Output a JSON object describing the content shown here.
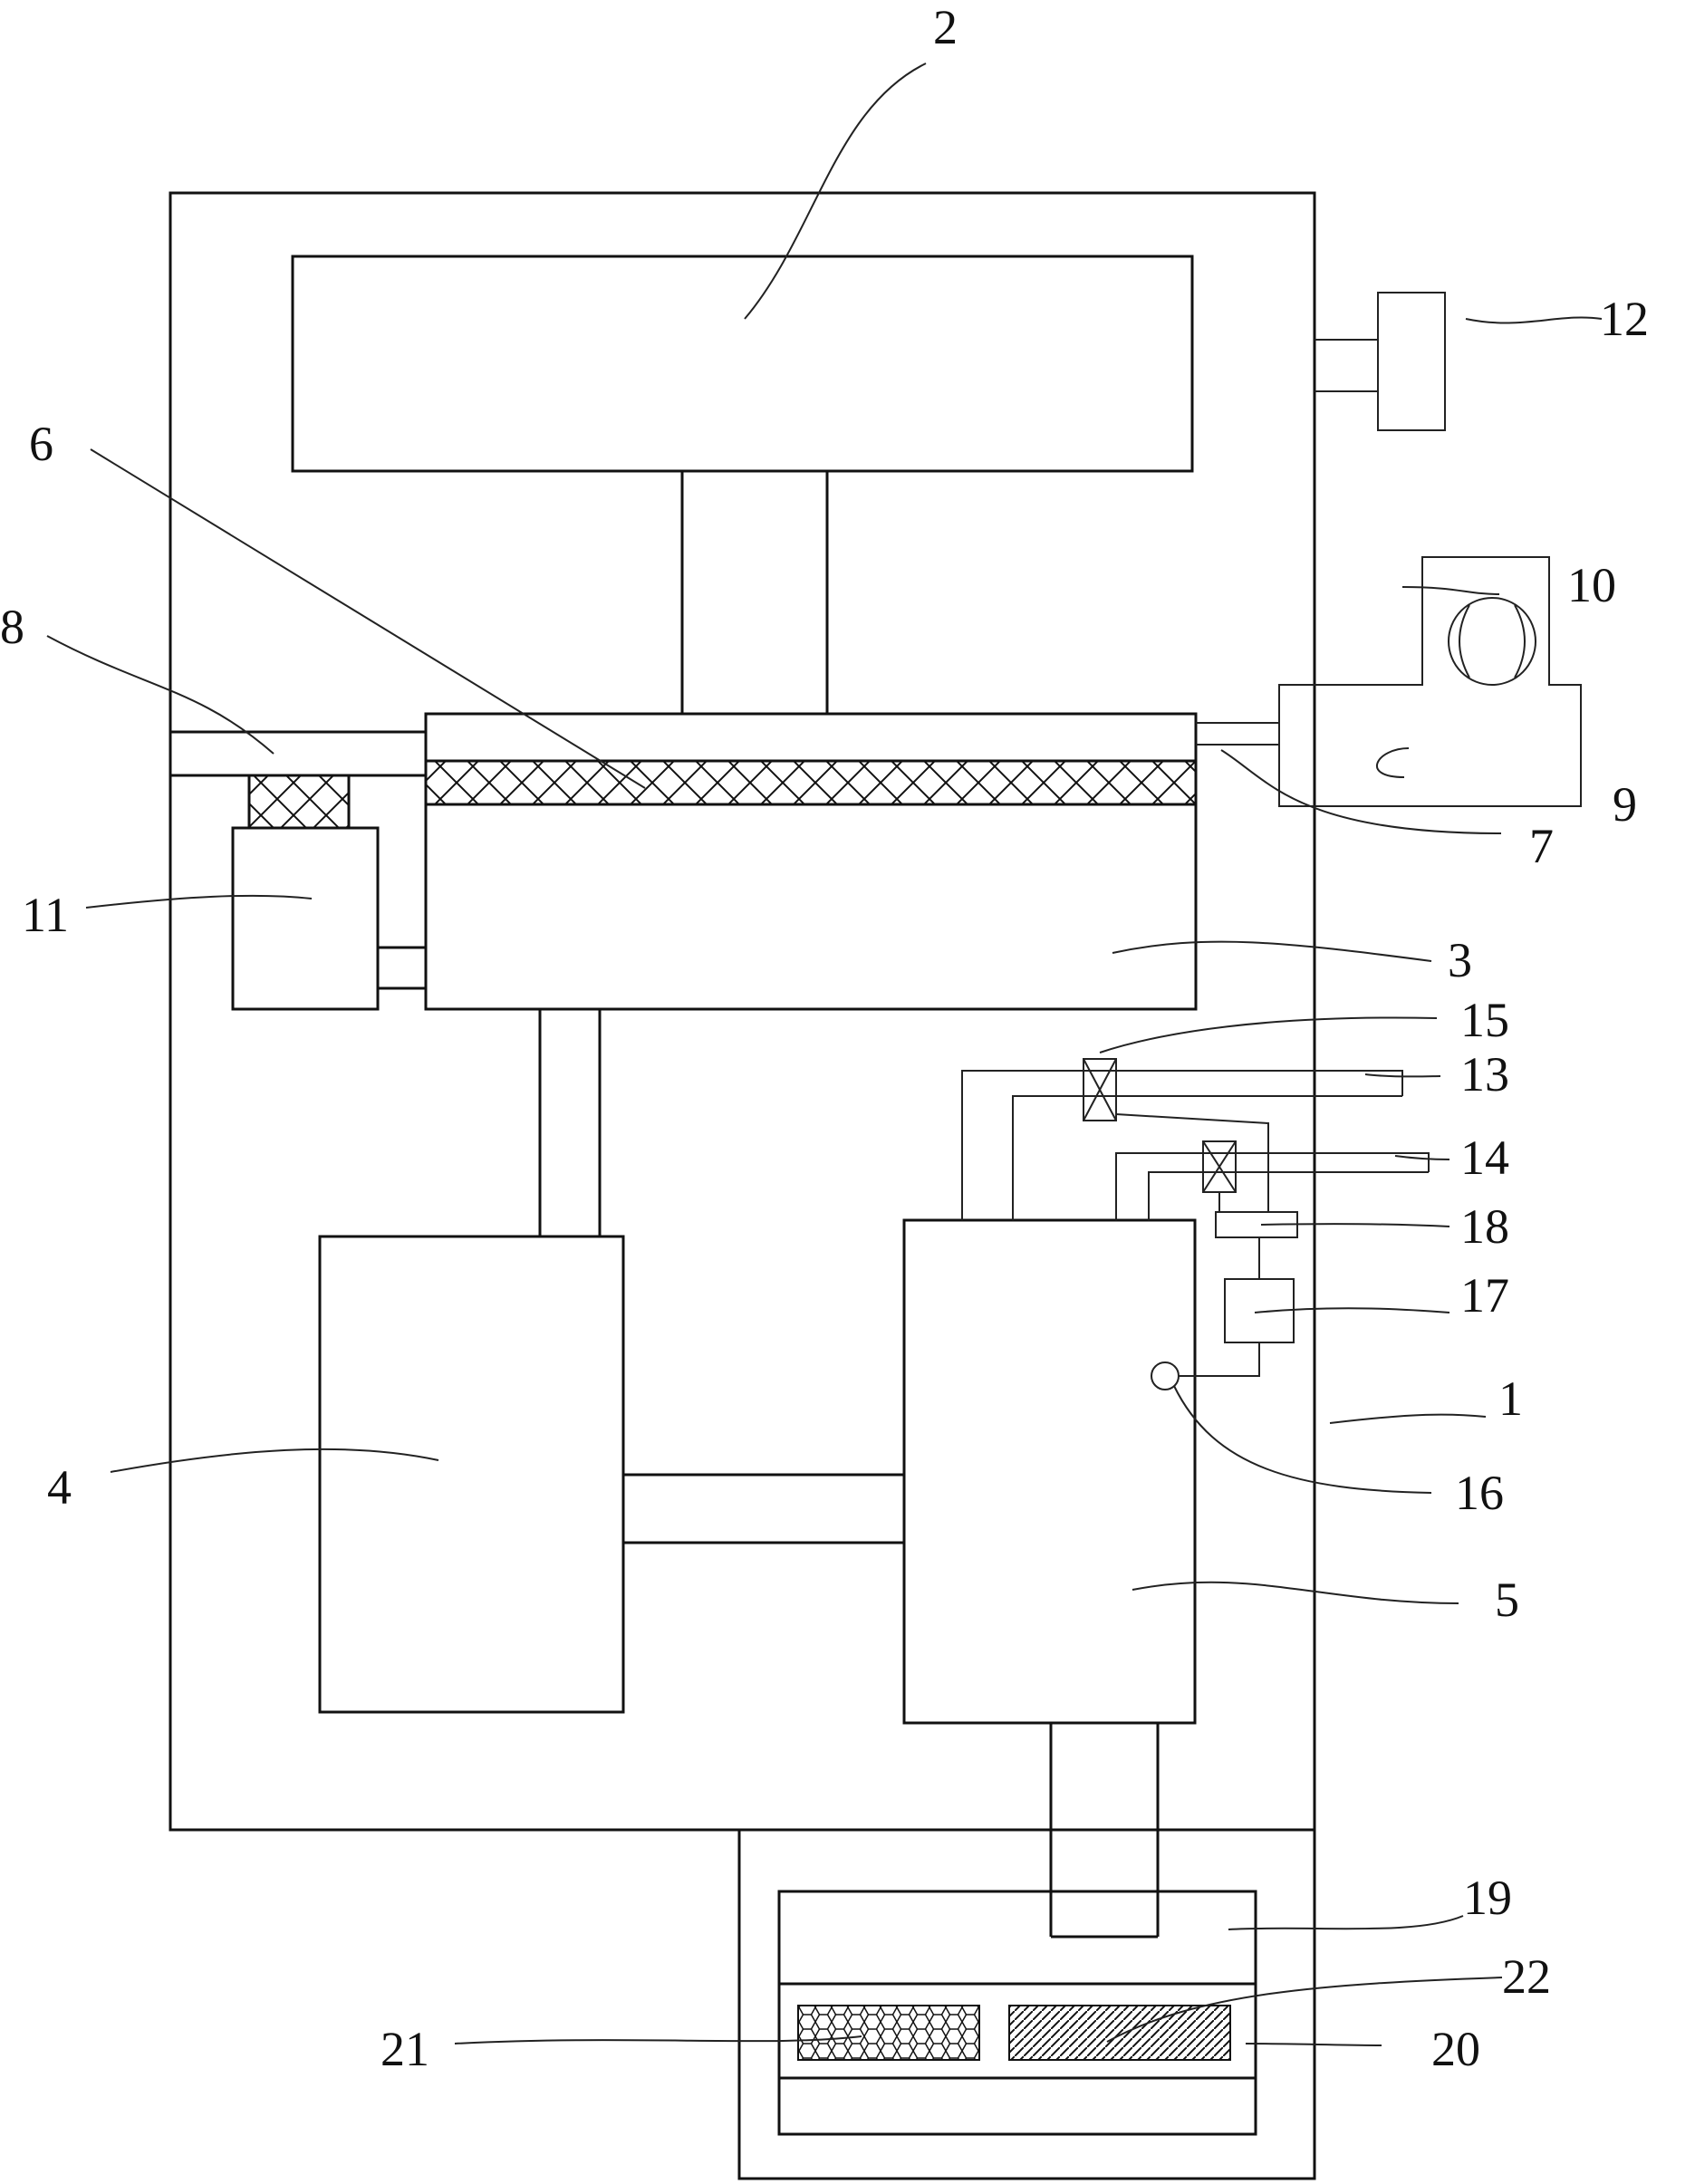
{
  "diagram": {
    "type": "schematic",
    "labels": {
      "l1": "1",
      "l2": "2",
      "l3": "3",
      "l4": "4",
      "l5": "5",
      "l6": "6",
      "l7": "7",
      "l8": "8",
      "l9": "9",
      "l10": "10",
      "l11": "11",
      "l12": "12",
      "l13": "13",
      "l14": "14",
      "l15": "15",
      "l16": "16",
      "l17": "17",
      "l18": "18",
      "l19": "19",
      "l20": "20",
      "l21": "21",
      "l22": "22"
    }
  }
}
